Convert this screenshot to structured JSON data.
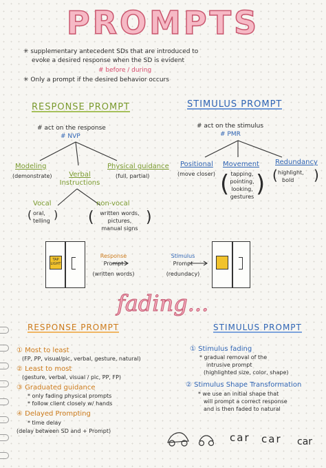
{
  "title": "PROMPTS",
  "intro": {
    "bullet1_line1": "✳ supplementary antecedent SDs that are introduced to",
    "bullet1_line2": "evoke a desired response when the SD is evident",
    "bullet1_tag": "# before / during",
    "bullet2": "✳ Only a prompt if the desired behavior occurs"
  },
  "response": {
    "heading": "RESPONSE PROMPT",
    "act": "# act on the response",
    "tag": "# NVP",
    "modeling": "Modeling",
    "modeling_note": "(demonstrate)",
    "verbal": "Verbal",
    "verbal2": "Instructions",
    "physical": "Physical guidance",
    "physical_note": "(full, partial)",
    "vocal": "Vocal",
    "vocal_note1": "oral,",
    "vocal_note2": "telling",
    "nonvocal": "non-vocal",
    "nonvocal_note1": "written words,",
    "nonvocal_note2": "pictures,",
    "nonvocal_note3": "manual signs",
    "door_note": "TAP LIGHT",
    "example_label1": "Response",
    "example_label2": "Prompt",
    "example_label3": "(written words)"
  },
  "stimulus": {
    "heading": "STIMULUS PROMPT",
    "act": "# act on the stimulus",
    "tag": "# PMR",
    "positional": "Positional",
    "positional_note": "(move closer)",
    "movement": "Movement",
    "movement_note1": "tapping,",
    "movement_note2": "pointing,",
    "movement_note3": "looking,",
    "movement_note4": "gestures",
    "redundancy": "Redundancy",
    "redundancy_note1": "highlight,",
    "redundancy_note2": "bold",
    "example_label1": "Stimulus",
    "example_label2": "Prompt",
    "example_label3": "(redundacy)"
  },
  "fading": {
    "title": "fading...",
    "response_heading": "RESPONSE PROMPT",
    "stimulus_heading": "STIMULUS PROMPT",
    "r1": "① Most to least",
    "r1_note": "(FP, PP, visual/pic, verbal, gesture, natural)",
    "r2": "② Least to most",
    "r2_note": "(gesture, verbal, visual / pic, PP, FP)",
    "r3": "③ Graduated guidance",
    "r3_note1": "* only fading physical prompts",
    "r3_note2": "* follow client closely w/ hands",
    "r4": "④ Delayed Prompting",
    "r4_note1": "* time delay",
    "r4_note2": "(delay between SD and + Prompt)",
    "s1": "① Stimulus fading",
    "s1_note1": "* gradual removal of the",
    "s1_note2": "intrusive prompt",
    "s1_note3": "(highlighted size, color, shape)",
    "s2": "② Stimulus Shape Transformation",
    "s2_note1": "* we use an initial shape that",
    "s2_note2": "will prompt a correct response",
    "s2_note3": "and is then faded to natural",
    "car_word1": "car",
    "car_word2": "car",
    "car_word3": "car"
  }
}
